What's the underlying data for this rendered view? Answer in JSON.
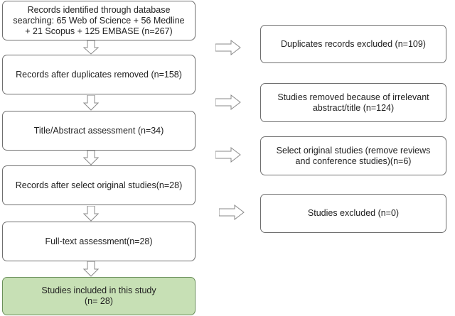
{
  "colors": {
    "box_border": "#6f6f6f",
    "final_fill": "#c7e0b5",
    "arrow_fill": "#ffffff",
    "arrow_stroke": "#8a8a8a"
  },
  "left_column": [
    {
      "id": "identified",
      "text": "Records identified through database\nsearching: 65 Web of Science + 56 Medline\n+ 21 Scopus + 125 EMBASE (n=267)"
    },
    {
      "id": "after_duplicates",
      "text": "Records after duplicates removed (n=158)"
    },
    {
      "id": "title_abstract",
      "text": "Title/Abstract assessment (n=34)"
    },
    {
      "id": "original_studies",
      "text": "Records after select original studies(n=28)"
    },
    {
      "id": "full_text",
      "text": "Full-text assessment(n=28)"
    },
    {
      "id": "included",
      "text": "Studies included in this study\n(n= 28)"
    }
  ],
  "right_column": [
    {
      "id": "duplicates_excluded",
      "text": "Duplicates records excluded (n=109)"
    },
    {
      "id": "irrelevant_removed",
      "text": "Studies removed because of irrelevant\nabstract/title (n=124)"
    },
    {
      "id": "select_original",
      "text": "Select original studies (remove reviews\nand conference studies)(n=6)"
    },
    {
      "id": "studies_excluded",
      "text": "Studies excluded (n=0)"
    }
  ]
}
